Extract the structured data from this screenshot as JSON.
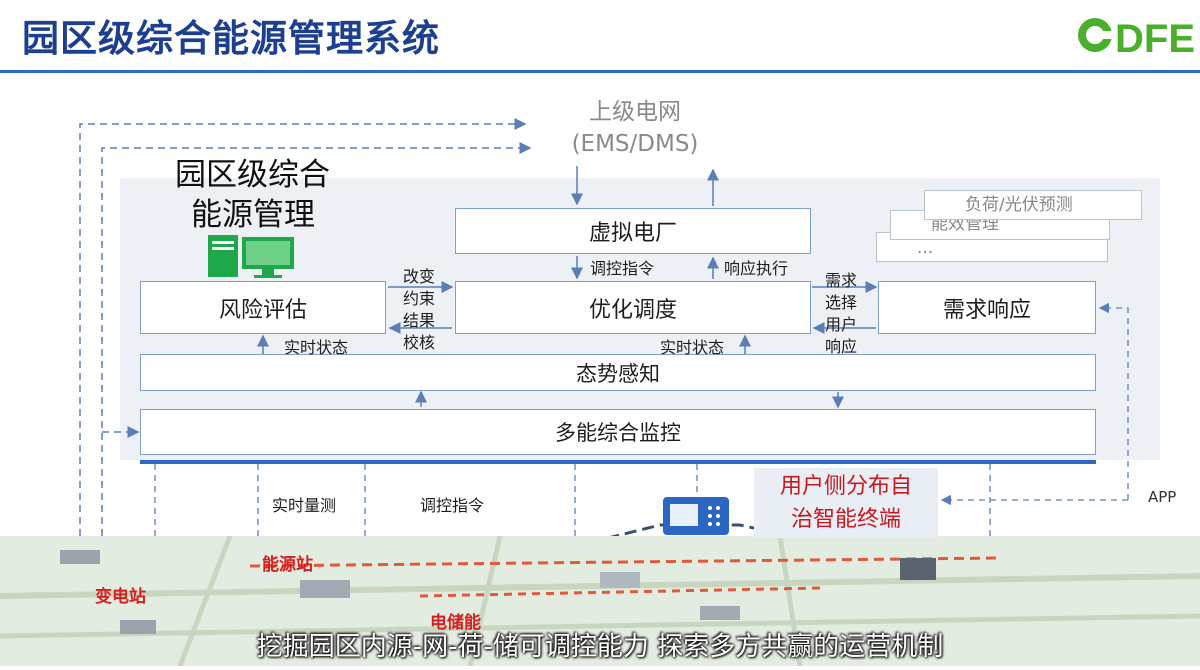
{
  "header": {
    "title": "园区级综合能源管理系统",
    "logo_text": "DFE"
  },
  "upper_grid": {
    "line1": "上级电网",
    "line2": "(EMS/DMS)"
  },
  "park_title": {
    "line1": "园区级综合",
    "line2": "能源管理"
  },
  "modules": {
    "virtual_plant": "虚拟电厂",
    "risk": "风险评估",
    "optimize": "优化调度",
    "demand": "需求响应",
    "awareness": "态势感知",
    "monitor": "多能综合监控"
  },
  "stack_items": [
    "负荷/光伏预测",
    "能效管理",
    "..."
  ],
  "labels": {
    "control_cmd_top": "调控指令",
    "response_exec": "响应执行",
    "change": "改变",
    "constraint": "约束",
    "result": "结果",
    "verify": "校核",
    "realtime_left": "实时状态",
    "realtime_mid": "实时状态",
    "demand_select": [
      "需求",
      "选择"
    ],
    "user_resp": [
      "用户",
      "响应"
    ],
    "realtime_measure": "实时量测",
    "control_cmd_bottom": "调控指令",
    "app": "APP"
  },
  "user_terminal": {
    "line1": "用户侧分布自",
    "line2": "治智能终端"
  },
  "map_labels": {
    "energy_station": "能源站",
    "substation": "变电站",
    "storage": "电储能"
  },
  "subtitle": "挖掘园区内源-网-荷-储可调控能力 探索多方共赢的运营机制",
  "colors": {
    "title": "#1d3f8f",
    "accent_blue": "#2f67c7",
    "box_border": "#7fa0c8",
    "terminal_text": "#c8181f",
    "logo_green": "#4caf2c"
  }
}
